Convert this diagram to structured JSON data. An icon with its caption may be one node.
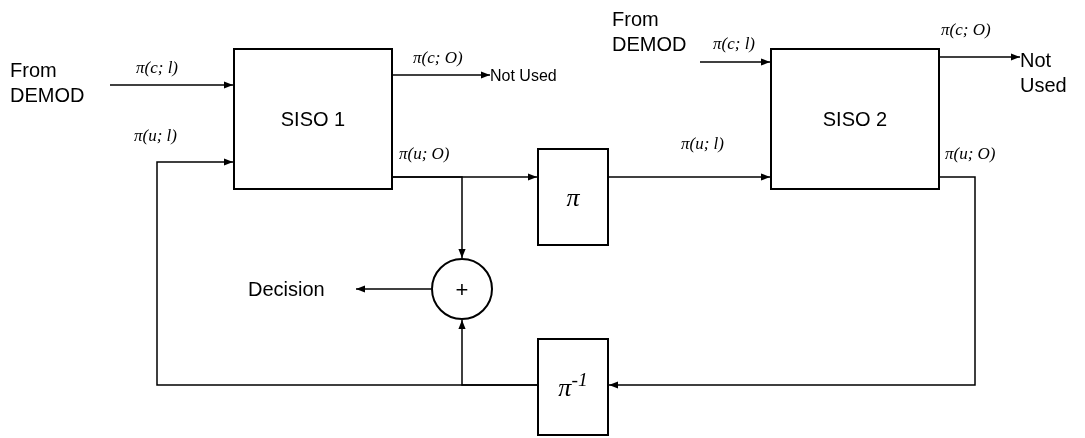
{
  "diagram": {
    "nodes": [
      {
        "text": [
          "From DEMOD"
        ]
      },
      {
        "text": [
          "SISO 1"
        ]
      },
      {
        "text": [
          "π"
        ]
      },
      {
        "text": [
          "Decision"
        ]
      },
      {
        "text": [
          "+"
        ]
      },
      {
        "text": [
          "π$^{-1}$"
        ]
      },
      {
        "text": [
          "From DEMOD"
        ]
      },
      {
        "text": [
          "SISO 2"
        ]
      },
      {
        "text": [
          "Not Used"
        ]
      },
      {
        "text": [
          "Not Used"
        ]
      }
    ],
    "edges": [
      {
        "from": 0,
        "to": 1,
        "arrow": "to",
        "label": "π(c; l)"
      },
      {
        "from": 1,
        "to": 8,
        "arrow": "to",
        "label": "π(c; O)"
      },
      {
        "from": 1,
        "to": 2,
        "arrow": "to",
        "label": "π(u; O)"
      },
      {
        "from": 1,
        "to": 4,
        "arrow": "to"
      },
      {
        "from": 4,
        "to": 3,
        "arrow": "to"
      },
      {
        "from": 2,
        "to": 7,
        "arrow": "to",
        "label": "π(u; l)"
      },
      {
        "from": 6,
        "to": 7,
        "arrow": "to",
        "label": "π(c; l)"
      },
      {
        "from": 7,
        "to": 9,
        "arrow": "to",
        "label": "π(c; O)"
      },
      {
        "from": 7,
        "to": 5,
        "arrow": "to",
        "label": "π(u; O)"
      },
      {
        "from": 5,
        "to": 1,
        "arrow": "to",
        "label": "π(u; l)"
      },
      {
        "from": 5,
        "to": 4,
        "arrow": "to"
      }
    ]
  }
}
